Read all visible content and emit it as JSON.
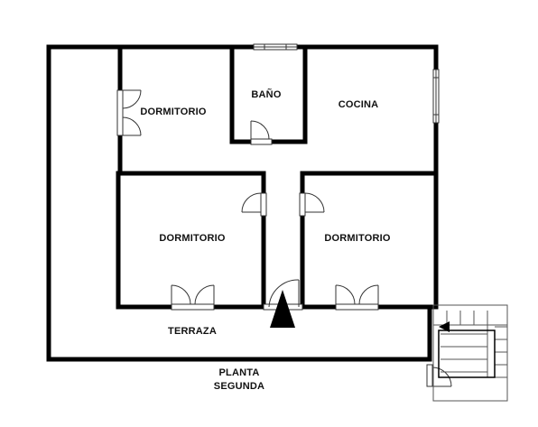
{
  "rooms": {
    "bedroom_top_left": "DORMITORIO",
    "bathroom": "BAÑO",
    "kitchen": "COCINA",
    "bedroom_mid_left": "DORMITORIO",
    "bedroom_mid_right": "DORMITORIO",
    "terrace": "TERRAZA"
  },
  "floor_caption": {
    "line1": "PLANTA",
    "line2": "SEGUNDA"
  },
  "colors": {
    "wall": "#000000",
    "thin_line": "#333333",
    "background": "#ffffff"
  }
}
